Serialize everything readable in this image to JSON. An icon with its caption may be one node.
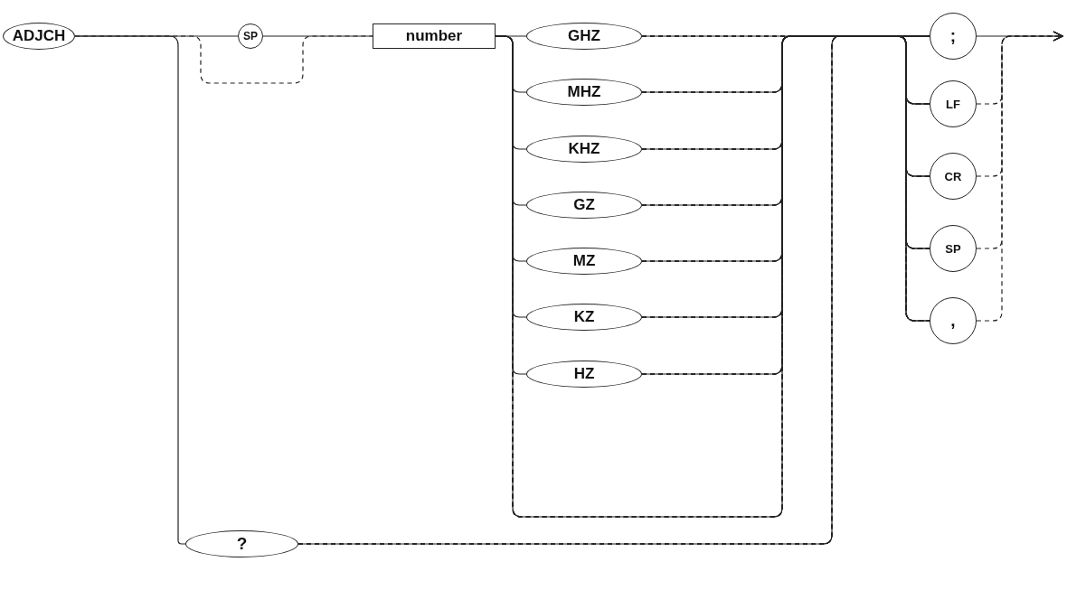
{
  "diagram": {
    "nodes": [
      {
        "text": [
          "ADJCH"
        ]
      },
      {
        "text": [
          "SP"
        ]
      },
      {
        "text": [
          "number"
        ]
      },
      {
        "text": [
          "GHZ"
        ]
      },
      {
        "text": [
          "MHZ"
        ]
      },
      {
        "text": [
          "KHZ"
        ]
      },
      {
        "text": [
          "GZ"
        ]
      },
      {
        "text": [
          "MZ"
        ]
      },
      {
        "text": [
          "KZ"
        ]
      },
      {
        "text": [
          "HZ"
        ]
      },
      {
        "text": [
          "?"
        ]
      },
      {
        "text": [
          ";"
        ]
      },
      {
        "text": [
          "LF"
        ]
      },
      {
        "text": [
          "CR"
        ]
      },
      {
        "text": [
          "SP"
        ]
      },
      {
        "text": [
          ","
        ]
      }
    ],
    "edges": [
      {
        "from": 0,
        "to": 1,
        "arrow": "none"
      },
      {
        "from": 1,
        "to": 2,
        "arrow": "none"
      },
      {
        "from": 0,
        "to": 2,
        "arrow": "none",
        "style": "dashed"
      },
      {
        "from": 0,
        "to": 10,
        "arrow": "none"
      },
      {
        "from": 2,
        "to": 3,
        "arrow": "none"
      },
      {
        "from": 2,
        "to": 4,
        "arrow": "none"
      },
      {
        "from": 2,
        "to": 5,
        "arrow": "none"
      },
      {
        "from": 2,
        "to": 6,
        "arrow": "none"
      },
      {
        "from": 2,
        "to": 7,
        "arrow": "none"
      },
      {
        "from": 2,
        "to": 8,
        "arrow": "none"
      },
      {
        "from": 2,
        "to": 9,
        "arrow": "none"
      },
      {
        "from": 2,
        "to": 11,
        "arrow": "none"
      },
      {
        "from": 2,
        "to": 12,
        "arrow": "none",
        "style": "dashed"
      },
      {
        "from": 2,
        "to": 13,
        "arrow": "none",
        "style": "dashed"
      },
      {
        "from": 2,
        "to": 14,
        "arrow": "none",
        "style": "dashed"
      },
      {
        "from": 2,
        "to": 15,
        "arrow": "none",
        "style": "dashed"
      },
      {
        "from": 3,
        "to": 11,
        "arrow": "none"
      },
      {
        "from": 3,
        "to": 12,
        "arrow": "none",
        "style": "dashed"
      },
      {
        "from": 3,
        "to": 13,
        "arrow": "none",
        "style": "dashed"
      },
      {
        "from": 3,
        "to": 14,
        "arrow": "none",
        "style": "dashed"
      },
      {
        "from": 3,
        "to": 15,
        "arrow": "none",
        "style": "dashed"
      },
      {
        "from": 4,
        "to": 11,
        "arrow": "none"
      },
      {
        "from": 4,
        "to": 12,
        "arrow": "none",
        "style": "dashed"
      },
      {
        "from": 4,
        "to": 13,
        "arrow": "none",
        "style": "dashed"
      },
      {
        "from": 4,
        "to": 14,
        "arrow": "none",
        "style": "dashed"
      },
      {
        "from": 4,
        "to": 15,
        "arrow": "none",
        "style": "dashed"
      },
      {
        "from": 5,
        "to": 11,
        "arrow": "none"
      },
      {
        "from": 5,
        "to": 12,
        "arrow": "none",
        "style": "dashed"
      },
      {
        "from": 5,
        "to": 13,
        "arrow": "none",
        "style": "dashed"
      },
      {
        "from": 5,
        "to": 14,
        "arrow": "none",
        "style": "dashed"
      },
      {
        "from": 5,
        "to": 15,
        "arrow": "none",
        "style": "dashed"
      },
      {
        "from": 6,
        "to": 11,
        "arrow": "none"
      },
      {
        "from": 6,
        "to": 12,
        "arrow": "none",
        "style": "dashed"
      },
      {
        "from": 6,
        "to": 13,
        "arrow": "none",
        "style": "dashed"
      },
      {
        "from": 6,
        "to": 14,
        "arrow": "none",
        "style": "dashed"
      },
      {
        "from": 6,
        "to": 15,
        "arrow": "none",
        "style": "dashed"
      },
      {
        "from": 7,
        "to": 11,
        "arrow": "none"
      },
      {
        "from": 7,
        "to": 12,
        "arrow": "none",
        "style": "dashed"
      },
      {
        "from": 7,
        "to": 13,
        "arrow": "none",
        "style": "dashed"
      },
      {
        "from": 7,
        "to": 14,
        "arrow": "none",
        "style": "dashed"
      },
      {
        "from": 7,
        "to": 15,
        "arrow": "none",
        "style": "dashed"
      },
      {
        "from": 8,
        "to": 11,
        "arrow": "none"
      },
      {
        "from": 8,
        "to": 12,
        "arrow": "none",
        "style": "dashed"
      },
      {
        "from": 8,
        "to": 13,
        "arrow": "none",
        "style": "dashed"
      },
      {
        "from": 8,
        "to": 14,
        "arrow": "none",
        "style": "dashed"
      },
      {
        "from": 8,
        "to": 15,
        "arrow": "none",
        "style": "dashed"
      },
      {
        "from": 9,
        "to": 11,
        "arrow": "none"
      },
      {
        "from": 9,
        "to": 12,
        "arrow": "none",
        "style": "dashed"
      },
      {
        "from": 9,
        "to": 13,
        "arrow": "none",
        "style": "dashed"
      },
      {
        "from": 9,
        "to": 14,
        "arrow": "none",
        "style": "dashed"
      },
      {
        "from": 9,
        "to": 15,
        "arrow": "none",
        "style": "dashed"
      },
      {
        "from": 10,
        "to": 11,
        "arrow": "none"
      },
      {
        "from": 10,
        "to": 12,
        "arrow": "none",
        "style": "dashed"
      },
      {
        "from": 10,
        "to": 13,
        "arrow": "none",
        "style": "dashed"
      },
      {
        "from": 10,
        "to": 14,
        "arrow": "none",
        "style": "dashed"
      },
      {
        "from": 10,
        "to": 15,
        "arrow": "none",
        "style": "dashed"
      },
      {
        "from": 11,
        "to": null,
        "arrow": "to"
      },
      {
        "from": 12,
        "to": null,
        "arrow": "to",
        "style": "dashed"
      },
      {
        "from": 13,
        "to": null,
        "arrow": "to",
        "style": "dashed"
      },
      {
        "from": 14,
        "to": null,
        "arrow": "to",
        "style": "dashed"
      },
      {
        "from": 15,
        "to": null,
        "arrow": "to",
        "style": "dashed"
      }
    ]
  }
}
